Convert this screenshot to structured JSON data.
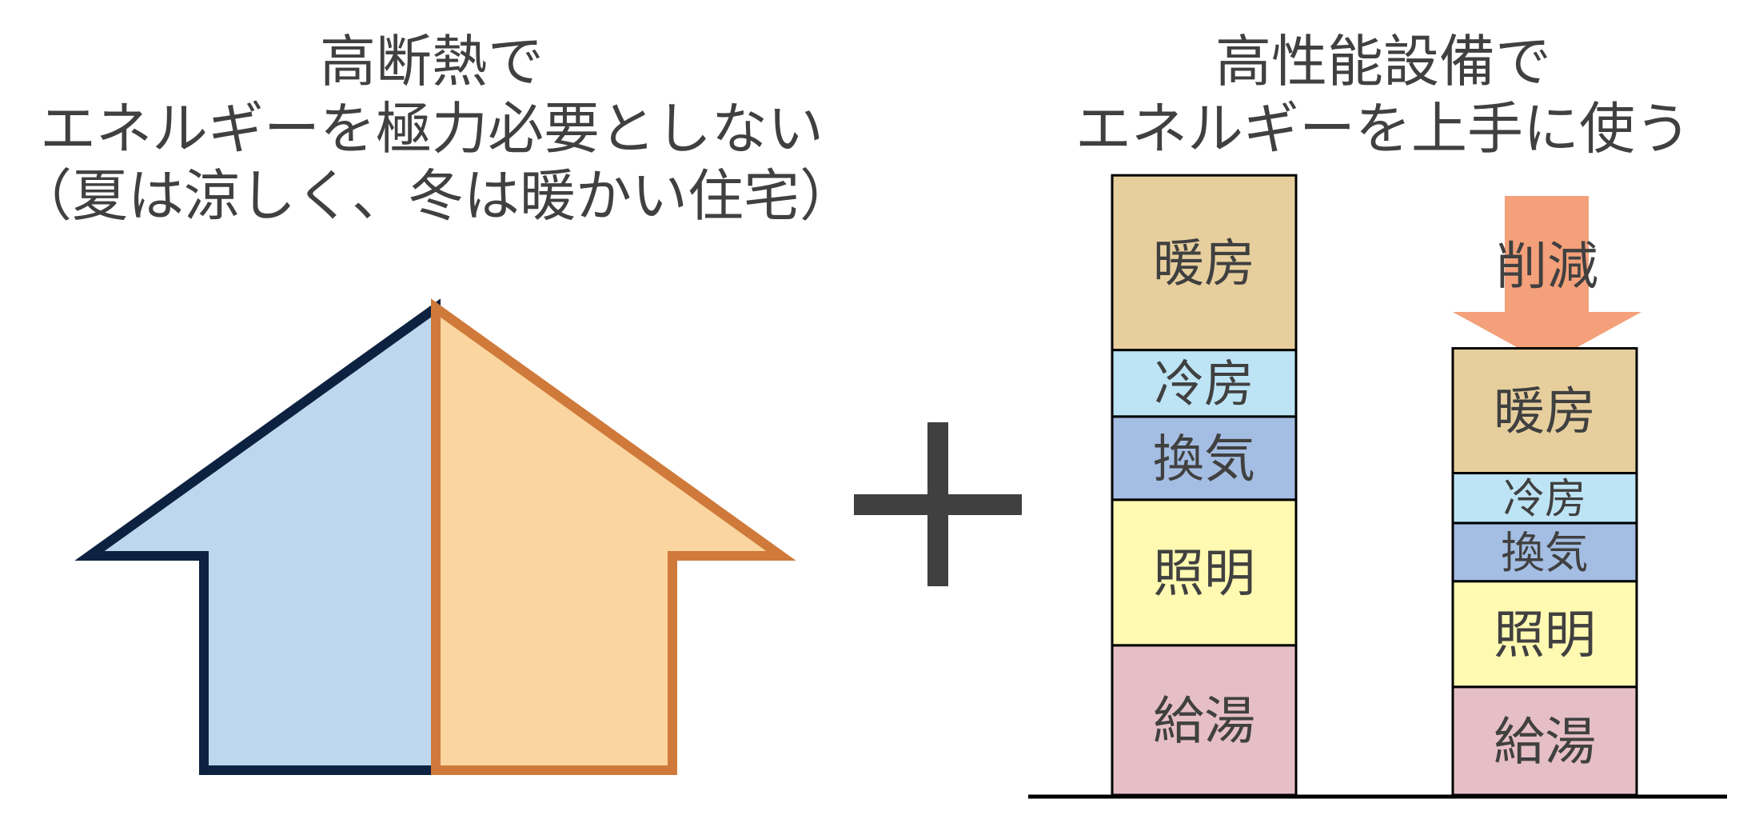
{
  "left_heading": {
    "line1": "高断熱で",
    "line2": "エネルギーを極力必要としない",
    "line3": "（夏は涼しく、冬は暖かい住宅）"
  },
  "right_heading": {
    "line1": "高性能設備で",
    "line2": "エネルギーを上手に使う"
  },
  "house": {
    "cool_color": "#bdd7ee",
    "cool_outline": "#0d2240",
    "warm_color": "#fbd5a0",
    "warm_outline": "#cf7a3a"
  },
  "plus_color": "#404040",
  "reduction_arrow": {
    "label": "削減",
    "color": "#f4a07a"
  },
  "stacks": [
    {
      "id": "before",
      "segments": [
        {
          "label": "給湯",
          "value": 18,
          "color": "#e6bfc6"
        },
        {
          "label": "照明",
          "value": 17.5,
          "color": "#fff9b1"
        },
        {
          "label": "換気",
          "value": 10,
          "color": "#a4bde2"
        },
        {
          "label": "冷房",
          "value": 8,
          "color": "#bde4f5"
        },
        {
          "label": "暖房",
          "value": 21,
          "color": "#e7cf9d"
        }
      ]
    },
    {
      "id": "after",
      "segments": [
        {
          "label": "給湯",
          "value": 13,
          "color": "#e6bfc6"
        },
        {
          "label": "照明",
          "value": 12.7,
          "color": "#fff9b1"
        },
        {
          "label": "換気",
          "value": 7,
          "color": "#a4bde2"
        },
        {
          "label": "冷房",
          "value": 6,
          "color": "#bde4f5"
        },
        {
          "label": "暖房",
          "value": 15,
          "color": "#e7cf9d"
        }
      ]
    }
  ]
}
